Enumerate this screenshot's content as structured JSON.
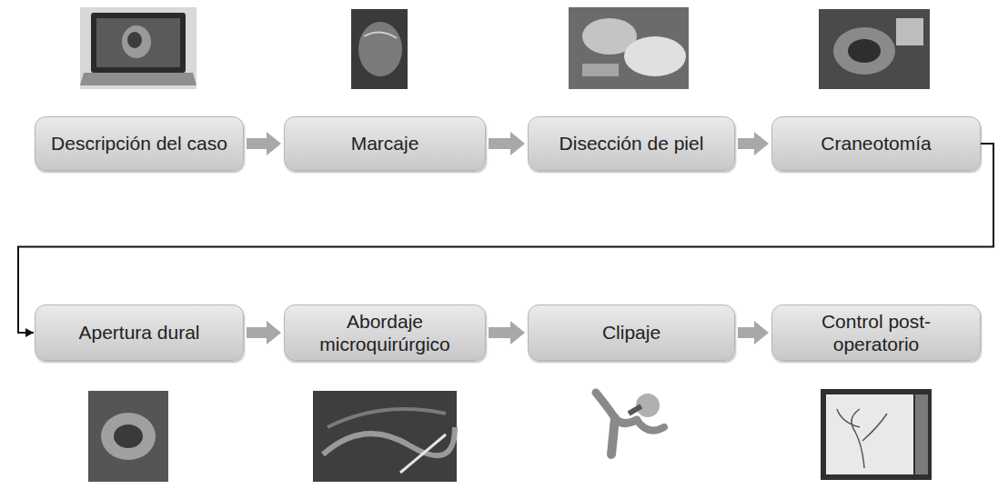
{
  "diagram": {
    "nodes": [
      {
        "text": [
          "Descripción del caso"
        ]
      },
      {
        "text": [
          "Marcaje"
        ]
      },
      {
        "text": [
          "Disección de piel"
        ]
      },
      {
        "text": [
          "Craneotomía"
        ]
      },
      {
        "text": [
          "Apertura dural"
        ]
      },
      {
        "text": [
          "Abordaje microquirúrgico"
        ]
      },
      {
        "text": [
          "Clipaje"
        ]
      },
      {
        "text": [
          "Control post-operatorio"
        ]
      }
    ],
    "edges": [
      {
        "from": 0,
        "to": 1,
        "arrow": "to"
      },
      {
        "from": 1,
        "to": 2,
        "arrow": "to"
      },
      {
        "from": 2,
        "to": 3,
        "arrow": "to"
      },
      {
        "from": 3,
        "to": 4,
        "arrow": "to"
      },
      {
        "from": 4,
        "to": 5,
        "arrow": "to"
      },
      {
        "from": 5,
        "to": 6,
        "arrow": "to"
      },
      {
        "from": 6,
        "to": 7,
        "arrow": "to"
      }
    ]
  }
}
